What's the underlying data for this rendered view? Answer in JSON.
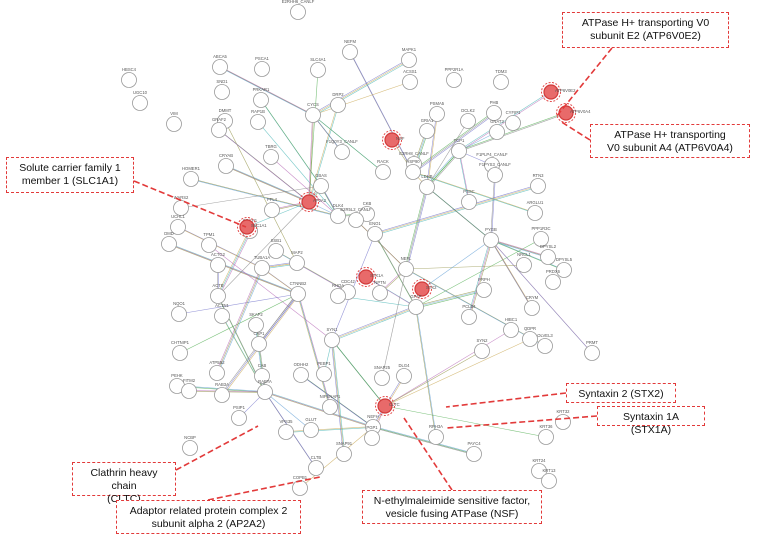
{
  "accent_color": "#e23a3a",
  "callouts": {
    "atp6v0e2": "ATPase H+ transporting V0\nsubunit E2 (ATP6V0E2)",
    "atp6v0a4": "ATPase H+ transporting\nV0 subunit A4 (ATP6V0A4)",
    "slc1a1": "Solute carrier family 1\nmember 1 (SLC1A1)",
    "stx2": "Syntaxin 2 (STX2)",
    "stx1a": "Syntaxin 1A (STX1A)",
    "cltc": "Clathrin heavy chain\n(CLTC)",
    "ap2a2": "Adaptor related protein complex 2\nsubunit alpha 2  (AP2A2)",
    "nsf": "N-ethylmaleimide sensitive factor,\nvesicle fusing ATPase (NSF)"
  },
  "nodes": [
    {
      "label": "E2RHH6_CANLF"
    },
    {
      "label": "SLC4A1"
    },
    {
      "label": "NEFM"
    },
    {
      "label": "MAPK1"
    },
    {
      "label": "ACSS1"
    },
    {
      "label": "PPP2R1A"
    },
    {
      "label": "TDM3"
    },
    {
      "label": "ATP6V0E2"
    },
    {
      "label": "HBSC4"
    },
    {
      "label": "UGC10"
    },
    {
      "label": "ABCA5"
    },
    {
      "label": "PSCA1"
    },
    {
      "label": "SND1"
    },
    {
      "label": "DMMT"
    },
    {
      "label": "PRKAR1"
    },
    {
      "label": "PHB"
    },
    {
      "label": "DCLK2"
    },
    {
      "label": "CYFIP1"
    },
    {
      "label": "PSMA5"
    },
    {
      "label": "VIM"
    },
    {
      "label": "GRAF2"
    },
    {
      "label": "RAP1B"
    },
    {
      "label": "CYCS"
    },
    {
      "label": "GRIA1"
    },
    {
      "label": "GNAT3"
    },
    {
      "label": "ATP6V0A4"
    },
    {
      "label": "E2RH8_CANLF"
    },
    {
      "label": "F1PLP4_CANLF"
    },
    {
      "label": "DRP2"
    },
    {
      "label": "CRYAB"
    },
    {
      "label": "TBRG"
    },
    {
      "label": "HOMER1"
    },
    {
      "label": "LDHB"
    },
    {
      "label": "TCP1"
    },
    {
      "label": "F1PYS3_CANLF"
    },
    {
      "label": "RTN3"
    },
    {
      "label": "HSP90"
    },
    {
      "label": "PSSC"
    },
    {
      "label": "F1Q0Y3_CANLF"
    },
    {
      "label": "NSF"
    },
    {
      "label": "RACK"
    },
    {
      "label": "GBAS"
    },
    {
      "label": "WARS2"
    },
    {
      "label": "UCHL1"
    },
    {
      "label": "CDCP1"
    },
    {
      "label": "SLC1A1"
    },
    {
      "label": "PFL4"
    },
    {
      "label": "AP2A2"
    },
    {
      "label": "DLK4"
    },
    {
      "label": "CKB"
    },
    {
      "label": "E2R5L2_CANLF"
    },
    {
      "label": "ENO1"
    },
    {
      "label": "ARGLU1"
    },
    {
      "label": "DMD"
    },
    {
      "label": "TPM1"
    },
    {
      "label": "SSB1"
    },
    {
      "label": "PYGB"
    },
    {
      "label": "PPP1R3C"
    },
    {
      "label": "ACTG2"
    },
    {
      "label": "TUBA1A"
    },
    {
      "label": "MAP2"
    },
    {
      "label": "STX1A"
    },
    {
      "label": "DPYSL2"
    },
    {
      "label": "NRCL1"
    },
    {
      "label": "DPYSL5"
    },
    {
      "label": "NEFL"
    },
    {
      "label": "ACTB"
    },
    {
      "label": "CTNNB2"
    },
    {
      "label": "CDC42"
    },
    {
      "label": "RHOA"
    },
    {
      "label": "NPTN"
    },
    {
      "label": "PRDX6"
    },
    {
      "label": "PRPH"
    },
    {
      "label": "STX2"
    },
    {
      "label": "GFAP"
    },
    {
      "label": "CRYM"
    },
    {
      "label": "NQO1"
    },
    {
      "label": "ACTN1"
    },
    {
      "label": "PCLB4"
    },
    {
      "label": "HIBC1"
    },
    {
      "label": "OLVEL3"
    },
    {
      "label": "SKAP2"
    },
    {
      "label": "CHTNIP1"
    },
    {
      "label": "CAP1"
    },
    {
      "label": "SYN1"
    },
    {
      "label": "QDPR"
    },
    {
      "label": "PRMT"
    },
    {
      "label": "ATP5B2"
    },
    {
      "label": "SYN2"
    },
    {
      "label": "PEHK"
    },
    {
      "label": "CAB"
    },
    {
      "label": "ODHH2"
    },
    {
      "label": "SNAP25"
    },
    {
      "label": "DLG4"
    },
    {
      "label": "NIPSNAP1"
    },
    {
      "label": "PEBP1"
    },
    {
      "label": "FITM2"
    },
    {
      "label": "CLTC"
    },
    {
      "label": "GLUT"
    },
    {
      "label": "RABTA"
    },
    {
      "label": "RAB3A"
    },
    {
      "label": "PSIP1"
    },
    {
      "label": "VPS35"
    },
    {
      "label": "NEFH"
    },
    {
      "label": "PGP1"
    },
    {
      "label": "RPH3A"
    },
    {
      "label": "PAYC4"
    },
    {
      "label": "KRT32"
    },
    {
      "label": "KRT36"
    },
    {
      "label": "NCBP"
    },
    {
      "label": "CLTB"
    },
    {
      "label": "SNAP91"
    },
    {
      "label": "COPB1"
    },
    {
      "label": "KRT24"
    },
    {
      "label": "KRT13"
    }
  ]
}
